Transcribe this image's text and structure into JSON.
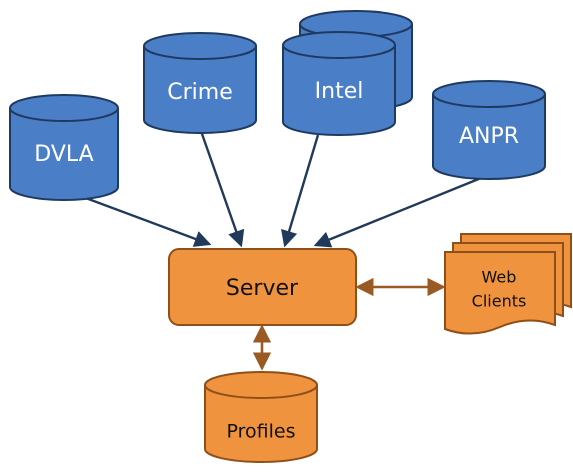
{
  "colors": {
    "db_fill": "#4a7ec6",
    "db_stroke": "#1f3a60",
    "db_text": "#ffffff",
    "server_fill": "#f0933f",
    "server_stroke": "#8f4f18",
    "arrow_blue": "#213a5a",
    "arrow_brown": "#9a5a23"
  },
  "nodes": {
    "dvla": "DVLA",
    "crime": "Crime",
    "intel": "Intel",
    "anpr": "ANPR",
    "server": "Server",
    "profiles": "Profiles",
    "web_clients_line1": "Web",
    "web_clients_line2": "Clients"
  }
}
